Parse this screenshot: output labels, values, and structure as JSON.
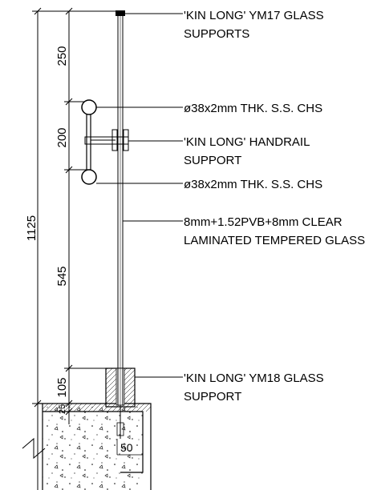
{
  "dimensions": {
    "total": "1125",
    "segments": [
      "250",
      "200",
      "545",
      "105",
      "25"
    ],
    "base_width": "50"
  },
  "callouts": [
    {
      "lines": [
        "'KIN LONG' YM17 GLASS",
        "SUPPORTS"
      ]
    },
    {
      "lines": [
        "ø38x2mm THK. S.S. CHS"
      ]
    },
    {
      "lines": [
        "'KIN LONG' HANDRAIL",
        "SUPPORT"
      ]
    },
    {
      "lines": [
        "ø38x2mm THK. S.S. CHS"
      ]
    },
    {
      "lines": [
        "8mm+1.52PVB+8mm CLEAR",
        "LAMINATED TEMPERED GLASS"
      ]
    },
    {
      "lines": [
        "'KIN LONG' YM18 GLASS",
        "SUPPORT"
      ]
    }
  ]
}
